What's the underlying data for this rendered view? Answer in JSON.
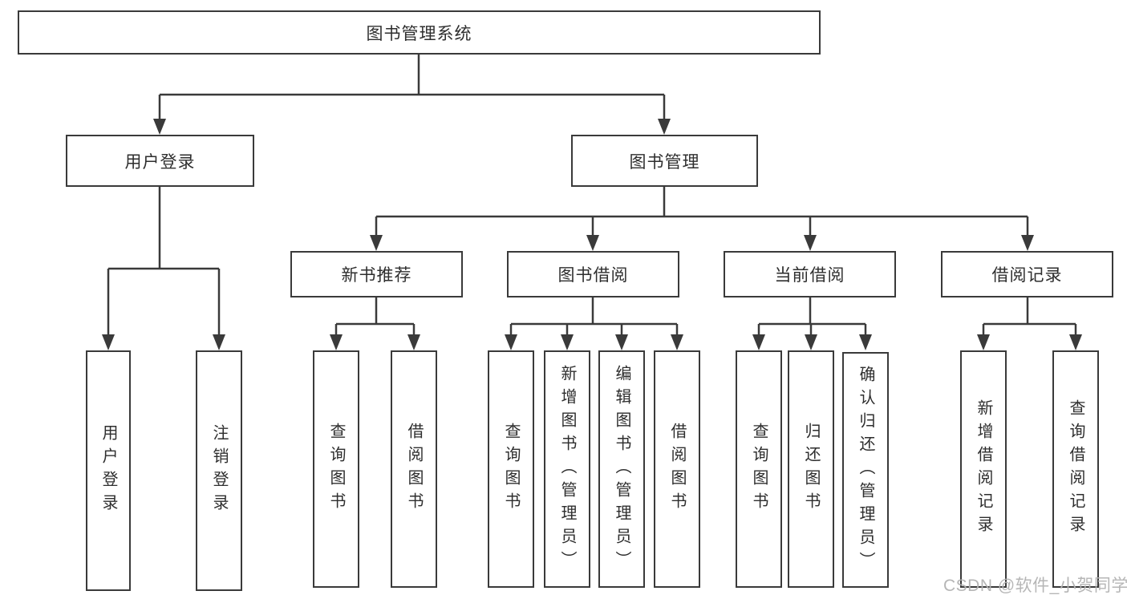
{
  "diagram_type": "hierarchy-chart",
  "watermark": "CSDN @软件_小贺同学",
  "colors": {
    "line": "#3a3a3a",
    "box_border": "#3a3a3a",
    "box_fill": "#ffffff",
    "text": "#2e2e2e",
    "watermark": "#b2b2b2",
    "background": "#ffffff"
  },
  "nodes": {
    "root": {
      "label": "图书管理系统"
    },
    "user_login": {
      "label": "用户登录",
      "children": {
        "login": {
          "label": "用户登录"
        },
        "logout": {
          "label": "注销登录"
        }
      }
    },
    "book_mgmt": {
      "label": "图书管理",
      "children": {
        "new_book_rec": {
          "label": "新书推荐",
          "children": {
            "query": {
              "label": "查询图书"
            },
            "borrow": {
              "label": "借阅图书"
            }
          }
        },
        "book_borrow": {
          "label": "图书借阅",
          "children": {
            "query": {
              "label": "查询图书"
            },
            "add": {
              "label": "新增图书（管理员）"
            },
            "edit": {
              "label": "编辑图书（管理员）"
            },
            "borrow": {
              "label": "借阅图书"
            }
          }
        },
        "current_borrow": {
          "label": "当前借阅",
          "children": {
            "query": {
              "label": "查询图书"
            },
            "return": {
              "label": "归还图书"
            },
            "confirm": {
              "label": "确认归还（管理员）"
            }
          }
        },
        "borrow_records": {
          "label": "借阅记录",
          "children": {
            "add": {
              "label": "新增借阅记录"
            },
            "query": {
              "label": "查询借阅记录"
            }
          }
        }
      }
    }
  }
}
